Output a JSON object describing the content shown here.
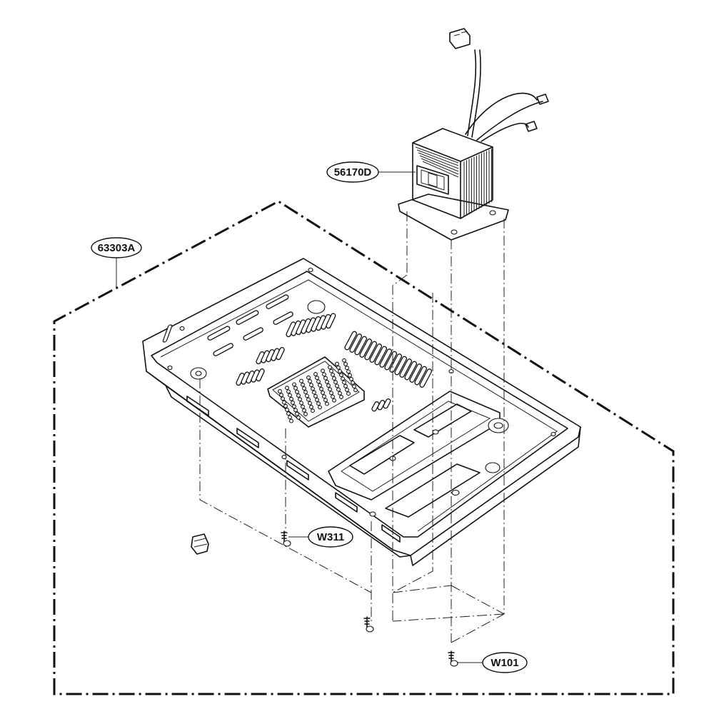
{
  "callouts": {
    "assembly": "63303A",
    "transformer": "56170D",
    "screw_plate": "W311",
    "screw_transformer": "W101"
  },
  "parts": [
    {
      "id": "63303A",
      "description": "base plate assembly boundary"
    },
    {
      "id": "56170D",
      "description": "transformer"
    },
    {
      "id": "W311",
      "description": "screw"
    },
    {
      "id": "W101",
      "description": "screw"
    }
  ]
}
